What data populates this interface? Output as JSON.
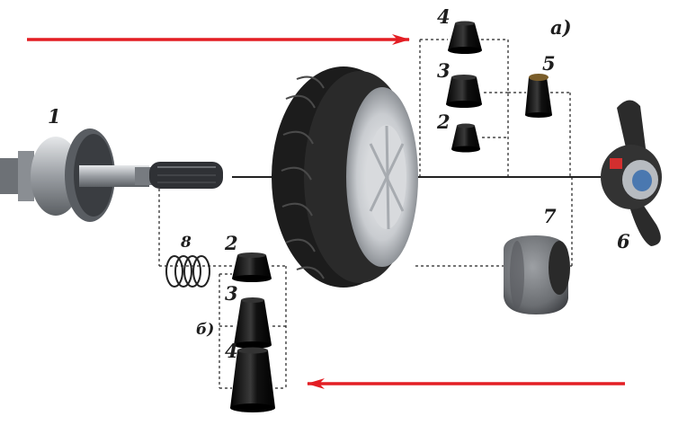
{
  "labels": {
    "shaft": "1",
    "cone_small_top": "2",
    "cone_medium_top": "3",
    "cone_large_top": "4",
    "centering_ring": "5",
    "wing_nut": "6",
    "pressure_cup": "7",
    "spring": "8",
    "cone_small_bottom": "2",
    "cone_medium_bottom": "3",
    "cone_large_bottom": "4",
    "variant_a": "а)",
    "variant_b": "б)"
  },
  "colors": {
    "arrow": "#e31e24",
    "line": "#222222",
    "cone": "#111111",
    "tire": "#1c1c1c",
    "rim": "#c9ccd0"
  }
}
